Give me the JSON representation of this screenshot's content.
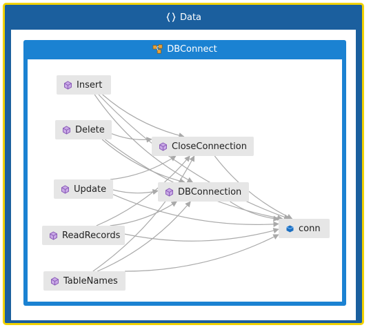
{
  "outer_group": {
    "title": "Data",
    "icon": "braces-namespace-icon"
  },
  "inner_group": {
    "title": "DBConnect",
    "icon": "class-icon"
  },
  "nodes": [
    {
      "id": "insert",
      "label": "Insert",
      "icon": "method-icon"
    },
    {
      "id": "delete",
      "label": "Delete",
      "icon": "method-icon"
    },
    {
      "id": "update",
      "label": "Update",
      "icon": "method-icon"
    },
    {
      "id": "readrecords",
      "label": "ReadRecords",
      "icon": "method-icon"
    },
    {
      "id": "tablenames",
      "label": "TableNames",
      "icon": "method-icon"
    },
    {
      "id": "closeconnection",
      "label": "CloseConnection",
      "icon": "method-icon"
    },
    {
      "id": "dbconnection",
      "label": "DBConnection",
      "icon": "method-icon"
    },
    {
      "id": "conn",
      "label": "conn",
      "icon": "field-icon"
    }
  ],
  "edges": [
    [
      "insert",
      "closeconnection"
    ],
    [
      "insert",
      "dbconnection"
    ],
    [
      "insert",
      "conn"
    ],
    [
      "delete",
      "closeconnection"
    ],
    [
      "delete",
      "dbconnection"
    ],
    [
      "delete",
      "conn"
    ],
    [
      "update",
      "closeconnection"
    ],
    [
      "update",
      "dbconnection"
    ],
    [
      "update",
      "conn"
    ],
    [
      "readrecords",
      "closeconnection"
    ],
    [
      "readrecords",
      "dbconnection"
    ],
    [
      "readrecords",
      "conn"
    ],
    [
      "tablenames",
      "closeconnection"
    ],
    [
      "tablenames",
      "dbconnection"
    ],
    [
      "tablenames",
      "conn"
    ],
    [
      "closeconnection",
      "conn"
    ],
    [
      "dbconnection",
      "conn"
    ]
  ],
  "colors": {
    "outer_border": "#f2d200",
    "outer_fill": "#1b5f9e",
    "inner_fill": "#1b82d2",
    "node_fill": "#e6e6e6",
    "edge": "#a9a9a9",
    "method_icon": "#8a5bb8",
    "field_icon": "#1c6fc0"
  }
}
